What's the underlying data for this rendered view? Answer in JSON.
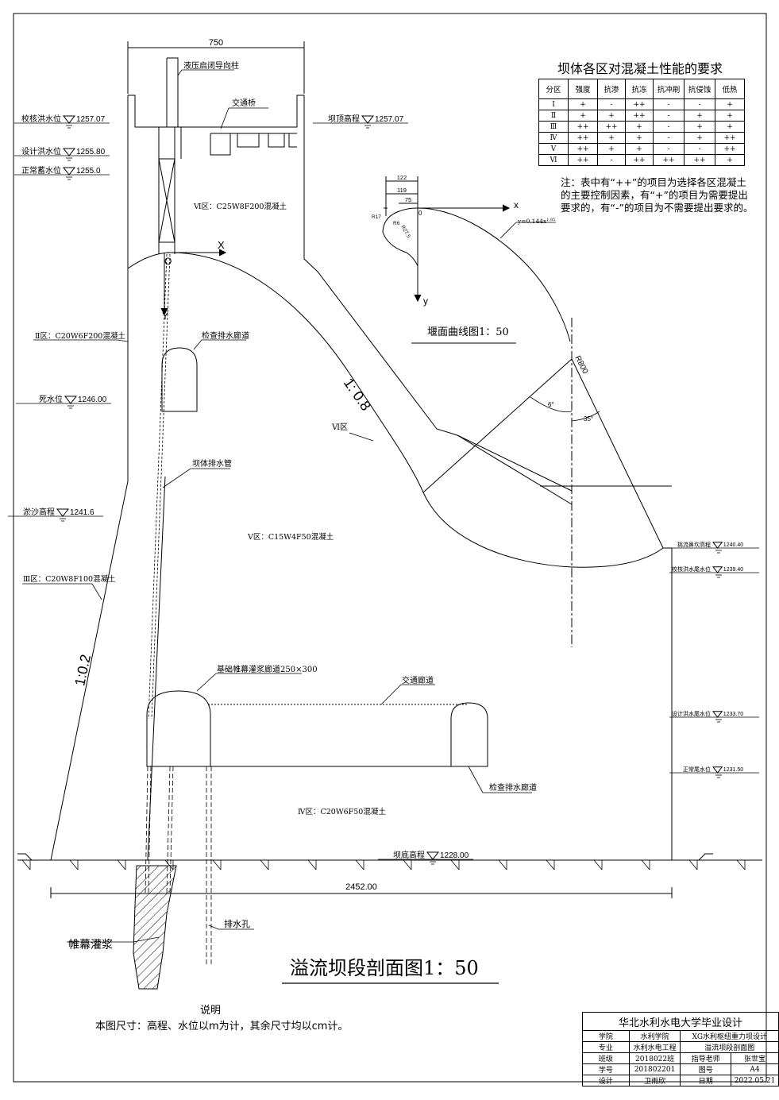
{
  "drawing": {
    "title": "溢流坝段剖面图1：50",
    "dims": {
      "top_width": "750",
      "base_width": "2452.00"
    },
    "slopes": {
      "downstream": "1: 0.8",
      "upstream": "1:0.2"
    },
    "labels": {
      "guide_column": "液压启闭导向柱",
      "bridge": "交通桥",
      "zone6_concrete": "Ⅵ区：C25W8F200混凝土",
      "zone2_concrete": "Ⅱ区：C20W6F200混凝土",
      "zone5_concrete": "Ⅴ区：C15W4F50混凝土",
      "zone3_concrete": "Ⅲ区：C20W8F100混凝土",
      "zone4_concrete": "Ⅳ区：C20W6F50混凝土",
      "zone6_short": "Ⅵ区",
      "inspection_gallery_upper": "检查排水廊道",
      "inspection_gallery_lower": "检查排水廊道",
      "drain_pipe": "坝体排水管",
      "grout_gallery": "基础帷幕灌浆廊道250×300",
      "traffic_gallery": "交通廊道",
      "drain_hole": "排水孔",
      "curtain_grout": "帷幕灌浆",
      "axis_x": "X",
      "axis_y": "Y",
      "origin": "O"
    },
    "levels_upstream": [
      {
        "name": "校核洪水位",
        "value": "1257.07"
      },
      {
        "name": "设计洪水位",
        "value": "1255.80"
      },
      {
        "name": "正常蓄水位",
        "value": "1255.0"
      },
      {
        "name": "死水位",
        "value": "1246.00"
      },
      {
        "name": "淤沙高程",
        "value": "1241.6"
      }
    ],
    "crest": {
      "name": "坝顶高程",
      "value": "1257.07"
    },
    "base": {
      "name": "坝底高程",
      "value": "1228.00"
    },
    "levels_downstream": [
      {
        "name": "挑流鼻坎高程",
        "value": "1240.40"
      },
      {
        "name": "校核洪水尾水位",
        "value": "1239.40"
      },
      {
        "name": "设计洪水尾水位",
        "value": "1233.70"
      },
      {
        "name": "正常尾水位",
        "value": "1231.50"
      }
    ],
    "bucket": {
      "radius": "R800",
      "angle1": "6°",
      "angle2": "35°"
    }
  },
  "weir_curve": {
    "title": "堰面曲线图1：50",
    "dims": [
      "122",
      "119",
      "75"
    ],
    "radii": [
      "R17",
      "R6",
      "R27.5"
    ],
    "equation": "y=0.144x",
    "exponent": "1.85",
    "axis_x": "x",
    "axis_y": "y",
    "origin": "0"
  },
  "requirements": {
    "title": "坝体各区对混凝土性能的要求",
    "headers": [
      "分区",
      "强度",
      "抗渗",
      "抗冻",
      "抗冲刷",
      "抗侵蚀",
      "低热"
    ],
    "rows": [
      [
        "Ⅰ",
        "+",
        "-",
        "++",
        "-",
        "-",
        "+"
      ],
      [
        "Ⅱ",
        "+",
        "+",
        "++",
        "-",
        "+",
        "+"
      ],
      [
        "Ⅲ",
        "++",
        "++",
        "+",
        "-",
        "+",
        "+"
      ],
      [
        "Ⅳ",
        "++",
        "+",
        "+",
        "-",
        "+",
        "++"
      ],
      [
        "Ⅴ",
        "++",
        "+",
        "+",
        "-",
        "-",
        "++"
      ],
      [
        "Ⅵ",
        "++",
        "-",
        "++",
        "++",
        "++",
        "+"
      ]
    ],
    "note": "注：表中有“++”的项目为选择各区混凝土的主要控制因素，有“+”的项目为需要提出要求的，有“-”的项目为不需要提出要求的。"
  },
  "notes": {
    "title": "说明",
    "body": "本图尺寸：高程、水位以m为计，其余尺寸均以cm计。"
  },
  "title_block": {
    "school": "华北水利水电大学毕业设计",
    "rows": [
      [
        "学院",
        "水利学院",
        "XG水利枢纽重力坝设计",
        ""
      ],
      [
        "专业",
        "水利水电工程",
        "溢流坝段剖面图",
        ""
      ],
      [
        "班级",
        "2018022班",
        "指导老师",
        "张世宝"
      ],
      [
        "学号",
        "201802201",
        "图号",
        "A4"
      ],
      [
        "设计",
        "卫雨欣",
        "日期",
        "2022.05.21"
      ]
    ]
  }
}
